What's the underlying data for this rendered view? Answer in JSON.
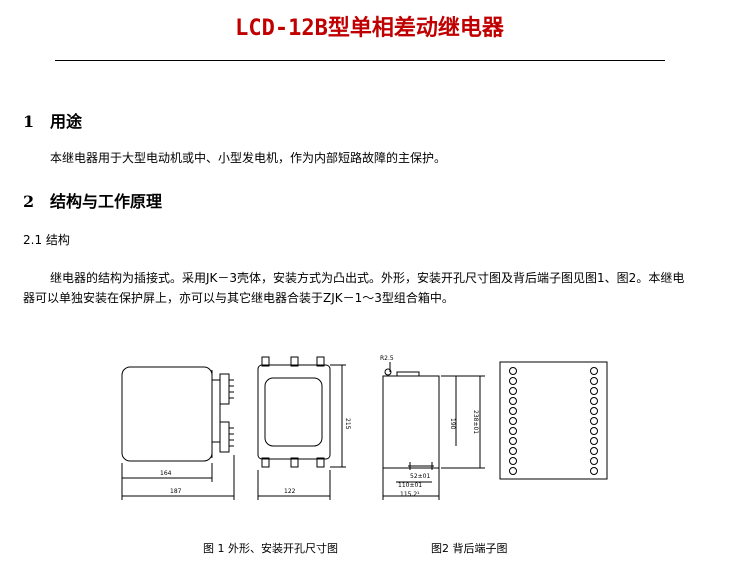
{
  "title": "LCD-12B型单相差动继电器",
  "section1": {
    "number": "1",
    "heading": "用途",
    "body": "本继电器用于大型电动机或中、小型发电机，作为内部短路故障的主保护。"
  },
  "section2": {
    "number": "2",
    "heading": "结构与工作原理"
  },
  "subsection": {
    "label": "2.1 结构"
  },
  "structure_text": {
    "line1": "继电器的结构为插接式。采用JK－3壳体，安装方式为凸出式。外形，安装开孔尺寸图及背后端子图见图1、图2。本继电",
    "line2": "器可以单独安装在保护屏上，亦可以与其它继电器合装于ZJK－1～3型组合箱中。"
  },
  "figure": {
    "dims": {
      "d164": "164",
      "d187": "187",
      "d122": "122",
      "d215": "215",
      "r25": "R2.5",
      "d190": "190",
      "d238": "238±01",
      "d52": "52±01",
      "d110": "110±01",
      "d115": "115.2¹"
    },
    "caption1": "图 1 外形、安装开孔尺寸图",
    "caption2": "图2 背后端子图"
  }
}
